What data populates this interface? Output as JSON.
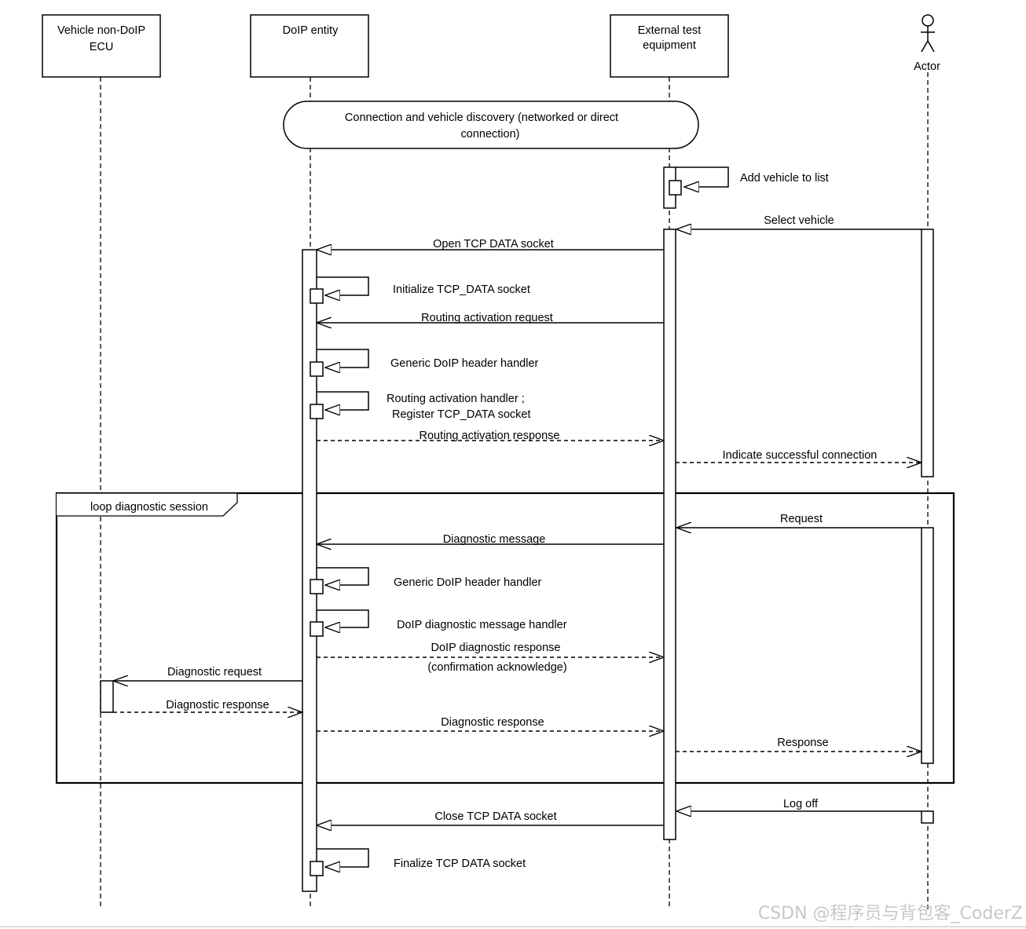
{
  "lifelines": {
    "ecu": "Vehicle non-DoIP ECU",
    "doip": "DoIP entity",
    "tester": "External test equipment",
    "actor": "Actor"
  },
  "ref_box": {
    "line1": "Connection and vehicle discovery   (networked or direct",
    "line2": "connection)"
  },
  "loop": {
    "label": "loop diagnostic session"
  },
  "messages": {
    "add_vehicle": "Add vehicle to list",
    "select_vehicle": "Select vehicle",
    "open_socket": "Open TCP DATA socket",
    "init_socket": "Initialize TCP_DATA socket",
    "routing_req": "Routing activation request",
    "header_handler_1": "Generic DoIP header handler",
    "routing_handler_1": "Routing activation handler ;",
    "routing_handler_2": "Register TCP_DATA socket",
    "routing_resp": "Routing activation response",
    "indicate_conn": "Indicate successful connection",
    "request": "Request",
    "diag_msg": "Diagnostic message",
    "header_handler_2": "Generic DoIP header handler",
    "diag_msg_handler": "DoIP diagnostic message handler",
    "diag_resp_ack_1": "DoIP diagnostic response",
    "diag_resp_ack_2": "(confirmation acknowledge)",
    "diag_request": "Diagnostic request",
    "diag_response_ecu": "Diagnostic response",
    "diag_response_doip": "Diagnostic response",
    "response": "Response",
    "log_off": "Log off",
    "close_socket": "Close TCP DATA socket",
    "finalize_socket": "Finalize TCP DATA socket"
  },
  "watermark": "CSDN @程序员与背包客_CoderZ"
}
